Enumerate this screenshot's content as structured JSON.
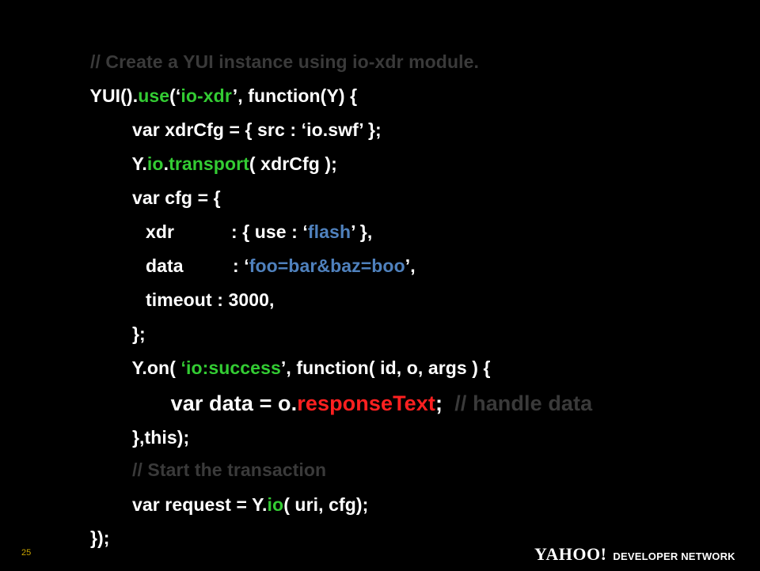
{
  "slide": {
    "page_number": "25",
    "logo": {
      "wordmark": "YAHOO!",
      "tagline": "DEVELOPER NETWORK"
    }
  },
  "colors": {
    "background": "#000000",
    "text": "#ffffff",
    "keyword_green": "#33cc33",
    "string_blue": "#4f81bd",
    "highlight_red": "#ff2020",
    "comment_gray": "#3a3a3a",
    "page_number": "#c8a400"
  },
  "code_lines": [
    {
      "tokens": [
        {
          "text": "// Create a YUI instance using io-xdr module.",
          "style": "gray"
        }
      ]
    },
    {
      "tokens": [
        {
          "text": "YUI().",
          "style": "white"
        },
        {
          "text": "use",
          "style": "green"
        },
        {
          "text": "(‘",
          "style": "white"
        },
        {
          "text": "io-xdr",
          "style": "green"
        },
        {
          "text": "’, function(Y) {",
          "style": "white"
        }
      ]
    },
    {
      "tokens": [
        {
          "text": "var xdrCfg = { src : ‘io.swf’ };",
          "style": "white"
        }
      ]
    },
    {
      "tokens": [
        {
          "text": "Y.",
          "style": "white"
        },
        {
          "text": "io",
          "style": "green"
        },
        {
          "text": ".",
          "style": "white"
        },
        {
          "text": "transport",
          "style": "green"
        },
        {
          "text": "( xdrCfg );",
          "style": "white"
        }
      ]
    },
    {
      "tokens": [
        {
          "text": "var cfg = {",
          "style": "white"
        }
      ]
    },
    {
      "tokens": [
        {
          "text": "xdr",
          "style": "white"
        },
        {
          "text": ": { use : ‘",
          "style": "white"
        },
        {
          "text": "flash",
          "style": "blue"
        },
        {
          "text": "’ },",
          "style": "white"
        }
      ]
    },
    {
      "tokens": [
        {
          "text": "data",
          "style": "white"
        },
        {
          "text": ": ‘",
          "style": "white"
        },
        {
          "text": "foo=bar&baz=boo",
          "style": "blue"
        },
        {
          "text": "’,",
          "style": "white"
        }
      ]
    },
    {
      "tokens": [
        {
          "text": "timeout : 3000,",
          "style": "white"
        }
      ]
    },
    {
      "tokens": [
        {
          "text": "};",
          "style": "white"
        }
      ]
    },
    {
      "tokens": [
        {
          "text": "Y.on( ",
          "style": "white"
        },
        {
          "text": "‘io:success",
          "style": "green"
        },
        {
          "text": "’, function( id, o, args ) {",
          "style": "white"
        }
      ]
    },
    {
      "tokens": [
        {
          "text": "var data = o.",
          "style": "white"
        },
        {
          "text": "responseText",
          "style": "red"
        },
        {
          "text": ";  ",
          "style": "white"
        },
        {
          "text": "// handle data",
          "style": "gray"
        }
      ]
    },
    {
      "tokens": [
        {
          "text": "},this);",
          "style": "white"
        }
      ]
    },
    {
      "tokens": [
        {
          "text": "// Start the transaction",
          "style": "gray"
        }
      ]
    },
    {
      "tokens": [
        {
          "text": "var request = Y.",
          "style": "white"
        },
        {
          "text": "io",
          "style": "green"
        },
        {
          "text": "( uri, cfg);",
          "style": "white"
        }
      ]
    },
    {
      "tokens": [
        {
          "text": "});",
          "style": "white"
        }
      ]
    }
  ]
}
